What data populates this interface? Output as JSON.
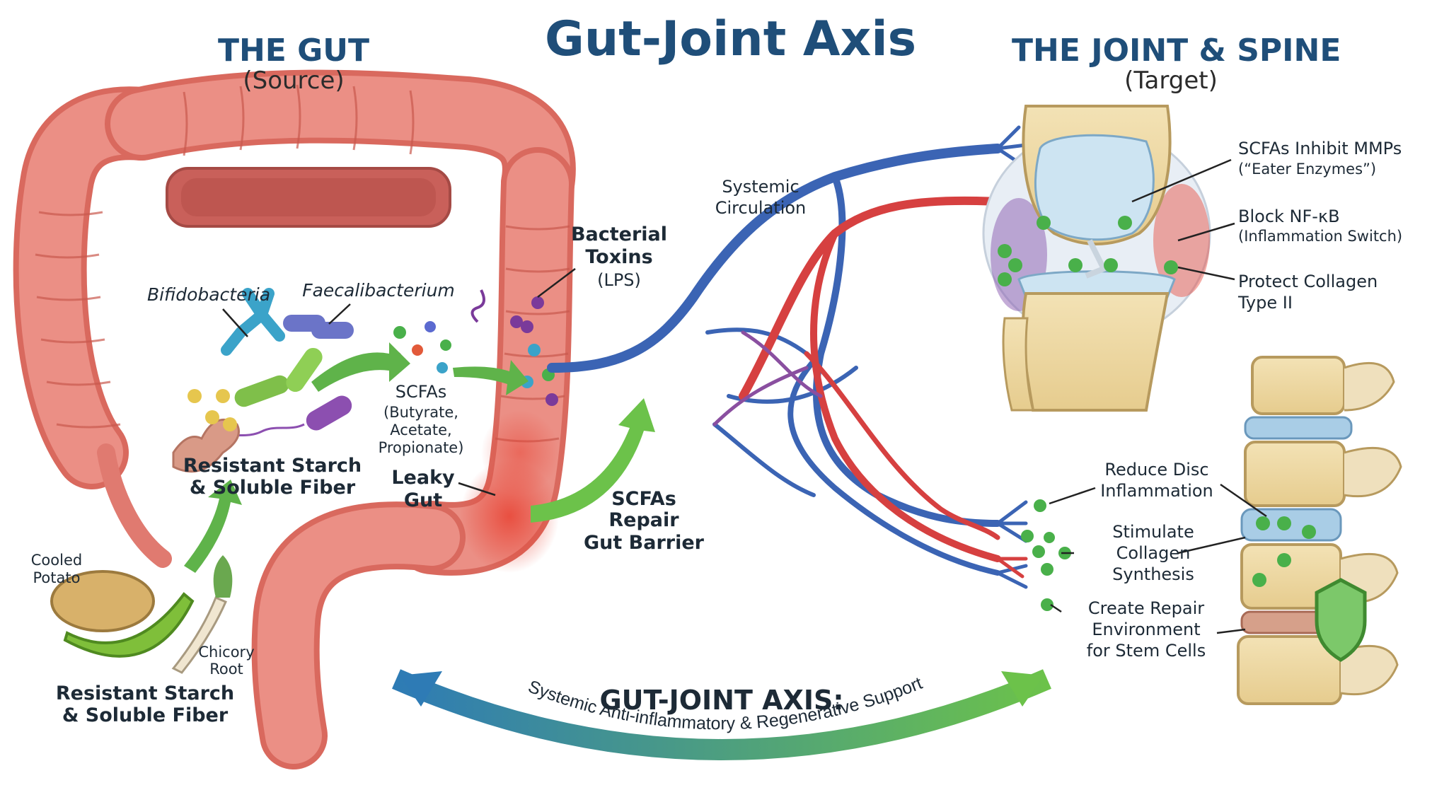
{
  "title": "Gut-Joint Axis",
  "left_header": {
    "title": "THE GUT",
    "subtitle": "(Source)"
  },
  "right_header": {
    "title": "THE JOINT & SPINE",
    "subtitle": "(Target)"
  },
  "gut_labels": {
    "bifido": "Bifidobacteria",
    "faecali": "Faecalibacterium",
    "scfas_title": "SCFAs",
    "scfas_l1": "(Butyrate,",
    "scfas_l2": "Acetate,",
    "scfas_l3": "Propionate)",
    "toxins_l1": "Bacterial",
    "toxins_l2": "Toxins",
    "toxins_l3": "(LPS)",
    "starch_mid_l1": "Resistant Starch",
    "starch_mid_l2": "& Soluble Fiber",
    "leaky_l1": "Leaky",
    "leaky_l2": "Gut",
    "repair_l1": "SCFAs",
    "repair_l2": "Repair",
    "repair_l3": "Gut Barrier",
    "potato_l1": "Cooled",
    "potato_l2": "Potato",
    "chicory_l1": "Chicory",
    "chicory_l2": "Root",
    "starch_bottom_l1": "Resistant Starch",
    "starch_bottom_l2": "& Soluble Fiber"
  },
  "circulation": {
    "l1": "Systemic",
    "l2": "Circulation"
  },
  "joint_labels": {
    "mmp_l1": "SCFAs Inhibit MMPs",
    "mmp_l2": "(“Eater Enzymes”)",
    "nfkb_l1": "Block NF-κB",
    "nfkb_l2": "(Inflammation Switch)",
    "collagen_l1": "Protect Collagen",
    "collagen_l2": "Type II"
  },
  "spine_labels": {
    "disc_l1": "Reduce Disc",
    "disc_l2": "Inflammation",
    "stim_l1": "Stimulate",
    "stim_l2": "Collagen",
    "stim_l3": "Synthesis",
    "env_l1": "Create Repair",
    "env_l2": "Environment",
    "env_l3": "for Stem Cells"
  },
  "axis_banner": {
    "title": "GUT-JOINT AXIS:",
    "subtitle": "Systemic Anti-inflammatory & Regenerative Support"
  },
  "colors": {
    "title": "#1f4e79",
    "gut": "#e8857c",
    "artery": "#d64040",
    "vein": "#3b64b4",
    "arrow_green": "#5fb34a",
    "scfa_dot": "#49b04a"
  }
}
